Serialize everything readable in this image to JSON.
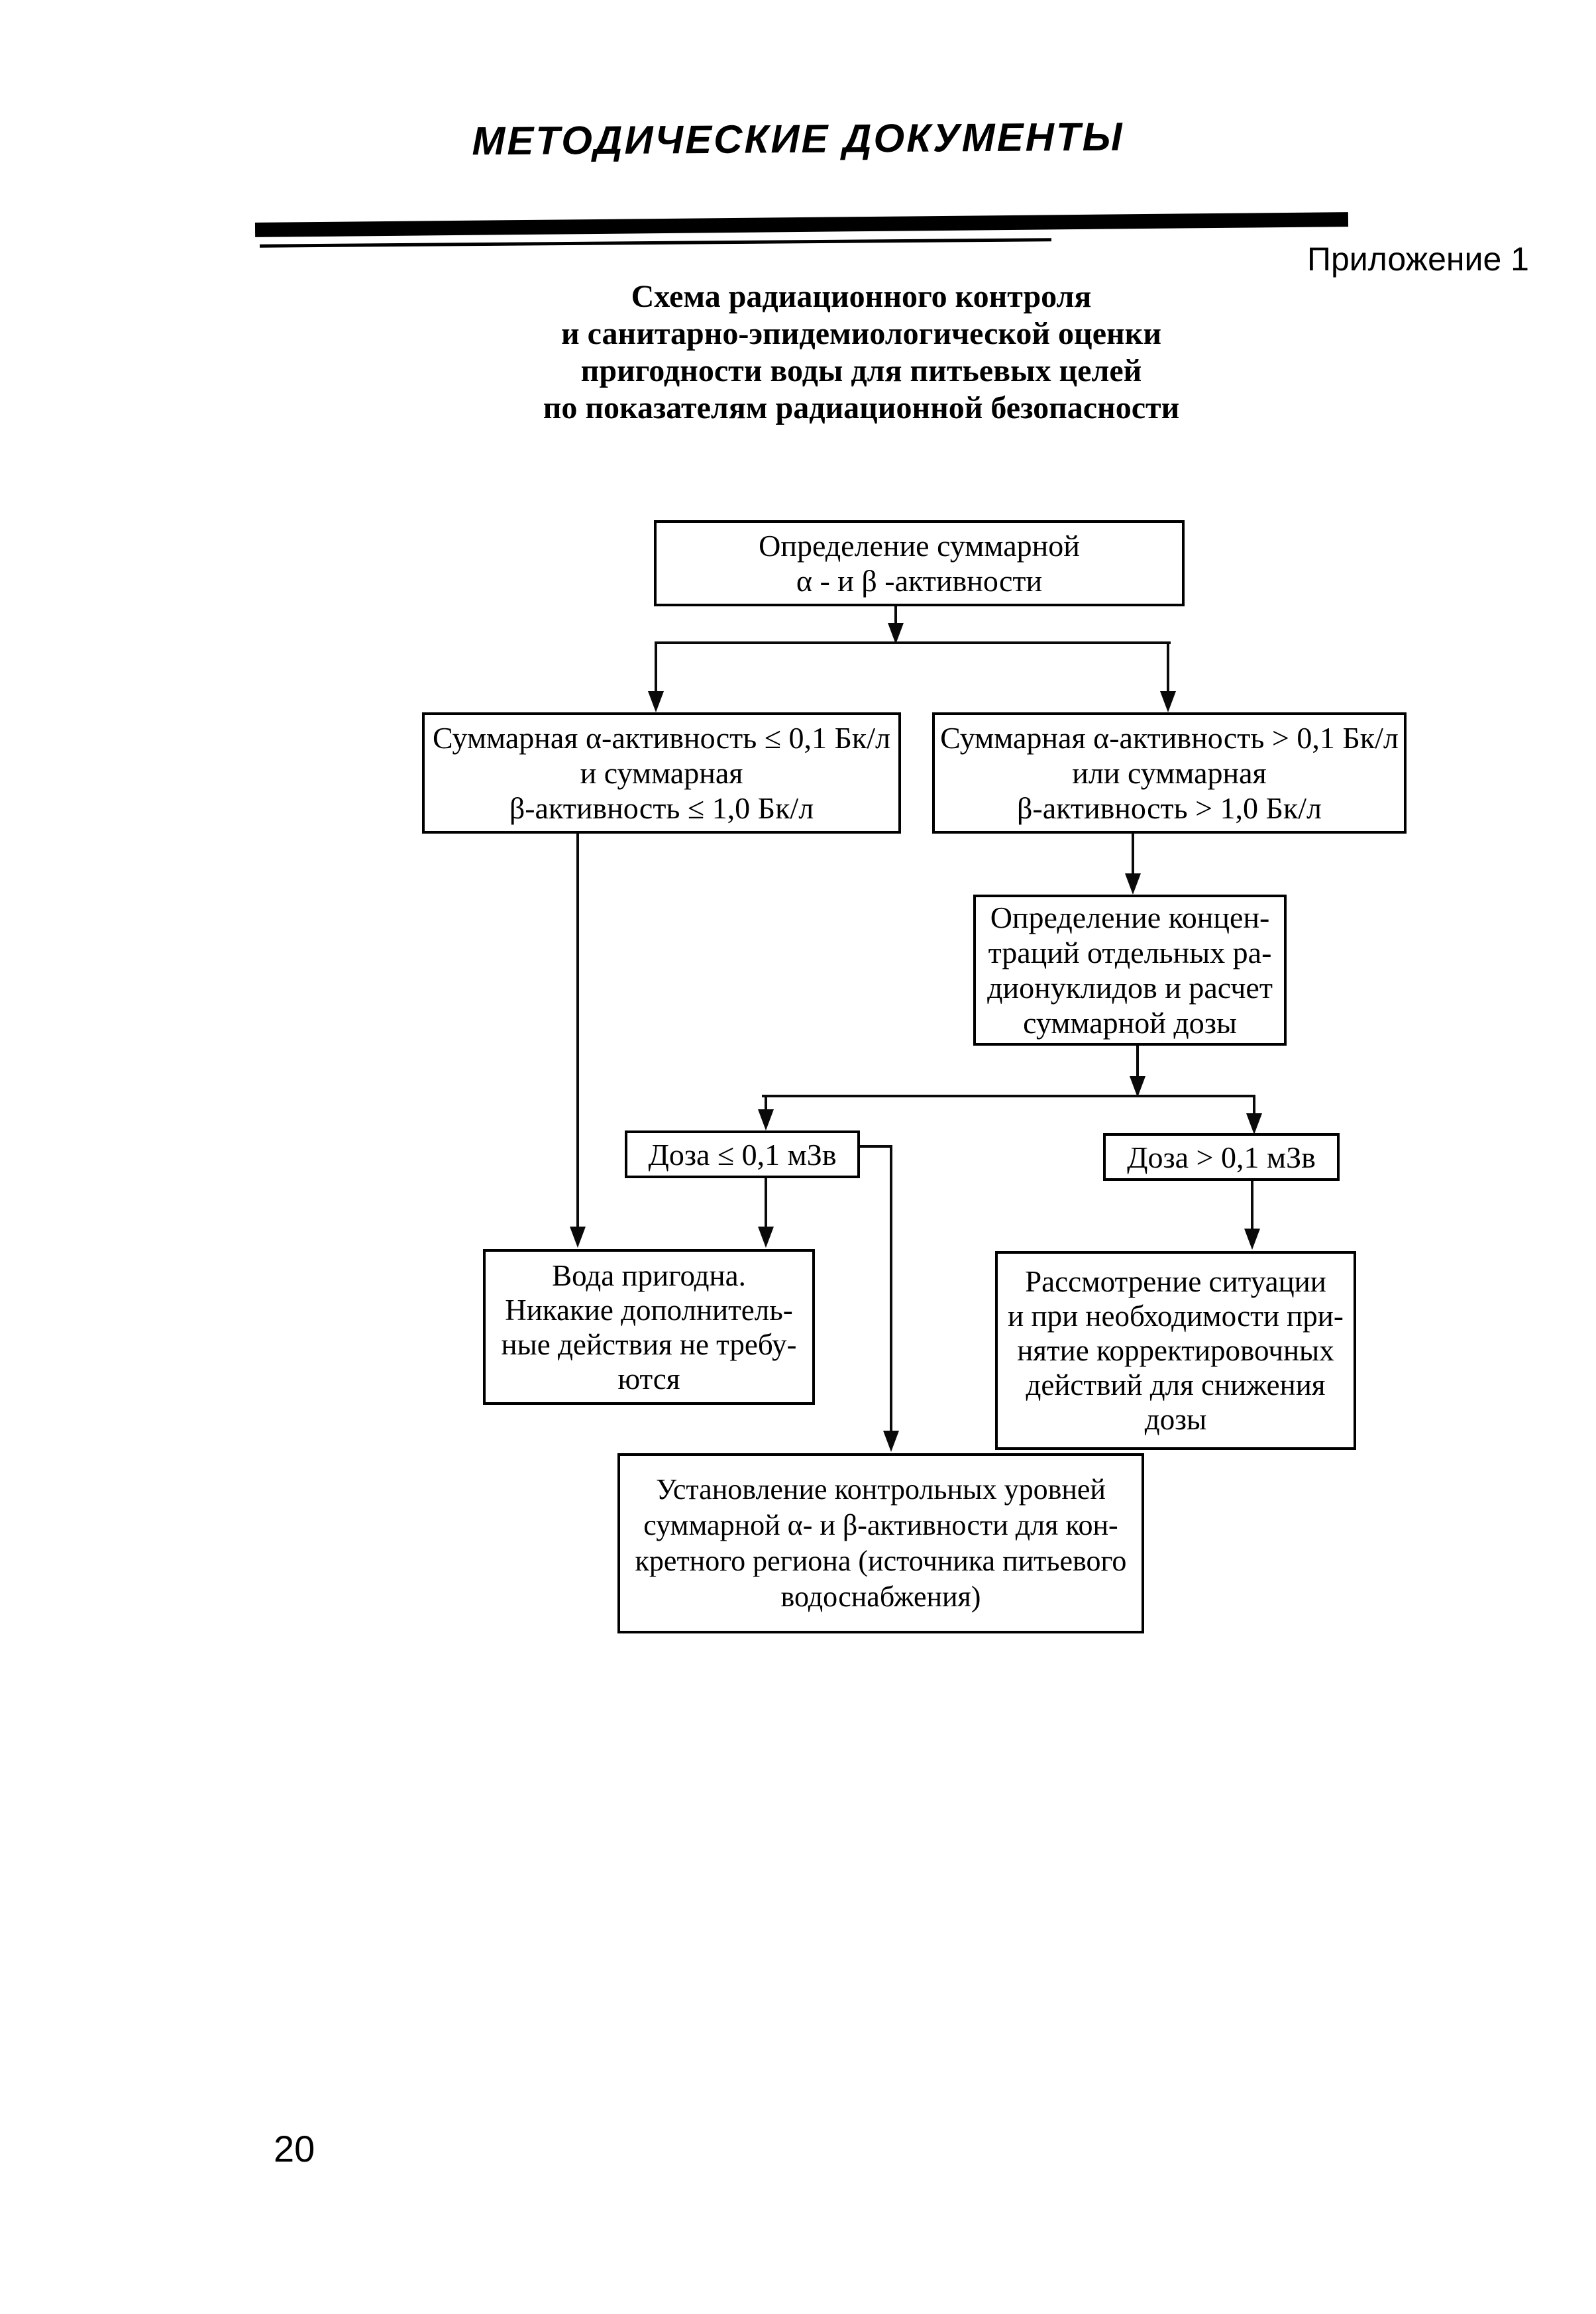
{
  "page": {
    "running_header": "МЕТОДИЧЕСКИЕ ДОКУМЕНТЫ",
    "annex_label": "Приложение 1",
    "page_number": "20"
  },
  "title": {
    "lines": [
      "Схема радиационного контроля",
      "и санитарно-эпидемиологической оценки",
      "пригодности воды для питьевых целей",
      "по показателям радиационной безопасности"
    ]
  },
  "flowchart": {
    "box_total_activity": {
      "lines": [
        "Определение суммарной",
        "α - и β -активности"
      ]
    },
    "box_alpha_low": {
      "lines": [
        "Суммарная α-активность ≤ 0,1 Бк/л",
        "и суммарная",
        "β-активность ≤ 1,0 Бк/л"
      ]
    },
    "box_alpha_high": {
      "lines": [
        "Суммарная α-активность > 0,1 Бк/л",
        "или суммарная",
        "β-активность > 1,0 Бк/л"
      ]
    },
    "box_nuclide_concentrations": {
      "lines": [
        "Определение концен-",
        "траций отдельных ра-",
        "дионуклидов и расчет",
        "суммарной дозы"
      ]
    },
    "box_dose_low": {
      "lines": [
        "Доза ≤ 0,1 мЗв"
      ]
    },
    "box_dose_high": {
      "lines": [
        "Доза > 0,1 мЗв"
      ]
    },
    "box_water_suitable": {
      "lines": [
        "Вода пригодна.",
        "Никакие дополнитель-",
        "ные действия не требу-",
        "ются"
      ]
    },
    "box_corrective_actions": {
      "lines": [
        "Рассмотрение ситуации",
        "и при необходимости при-",
        "нятие корректировочных",
        "действий для снижения",
        "дозы"
      ]
    },
    "box_control_levels": {
      "lines": [
        "Установление контрольных уровней",
        "суммарной α- и β-активности для кон-",
        "кретного региона (источника питьевого",
        "водоснабжения)"
      ]
    }
  }
}
